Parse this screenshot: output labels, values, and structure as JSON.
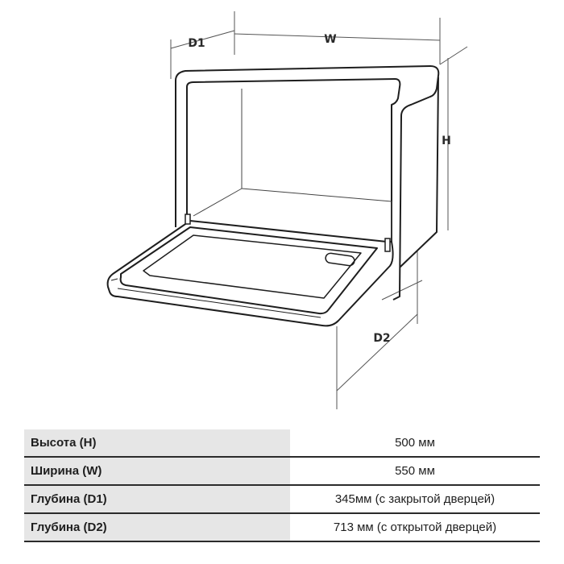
{
  "diagram": {
    "labels": {
      "width": "W",
      "depth_closed": "D1",
      "height": "H",
      "depth_open": "D2"
    }
  },
  "specs": {
    "rows": [
      {
        "label": "Высота (H)",
        "value": "500 мм"
      },
      {
        "label": "Ширина (W)",
        "value": "550 мм"
      },
      {
        "label": "Глубина (D1)",
        "value": "345мм (с закрытой дверцей)"
      },
      {
        "label": "Глубина (D2)",
        "value": "713 мм (с открытой дверцей)"
      }
    ]
  }
}
